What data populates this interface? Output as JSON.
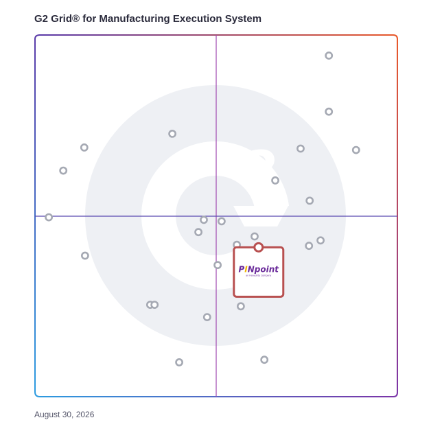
{
  "title": "G2 Grid® for Manufacturing Execution System",
  "date": "August 30, 2026",
  "colors": {
    "frame_top_left": "#5a3aa8",
    "frame_top_right": "#e8582a",
    "frame_bottom_left": "#2c9be0",
    "frame_bottom_right": "#7a35a8",
    "vertical_axis": "#a04ab0",
    "horizontal_axis": "#5a4ab0",
    "watermark": "#eef0f4",
    "dot": "#a5a9b3",
    "highlight": "#b85050",
    "logo_purple": "#6a2a9a",
    "logo_yellow": "#f0b400"
  },
  "chart_data": {
    "type": "scatter",
    "title": "G2 Grid® for Manufacturing Execution System",
    "xlim": [
      0,
      100
    ],
    "ylim": [
      0,
      100
    ],
    "quadrant_split": {
      "x": 50,
      "y": 50
    },
    "points": [
      {
        "x": 81.1,
        "y": 94.3
      },
      {
        "x": 81.1,
        "y": 78.8
      },
      {
        "x": 37.9,
        "y": 72.7
      },
      {
        "x": 13.6,
        "y": 68.9
      },
      {
        "x": 73.3,
        "y": 68.6
      },
      {
        "x": 88.6,
        "y": 68.2
      },
      {
        "x": 7.8,
        "y": 62.5
      },
      {
        "x": 66.3,
        "y": 59.8
      },
      {
        "x": 75.8,
        "y": 54.2
      },
      {
        "x": 3.8,
        "y": 49.6
      },
      {
        "x": 46.6,
        "y": 48.9
      },
      {
        "x": 51.5,
        "y": 48.5
      },
      {
        "x": 45.1,
        "y": 45.5
      },
      {
        "x": 60.6,
        "y": 44.3
      },
      {
        "x": 78.8,
        "y": 43.2
      },
      {
        "x": 55.7,
        "y": 42.0
      },
      {
        "x": 75.6,
        "y": 41.7
      },
      {
        "x": 13.8,
        "y": 39.0
      },
      {
        "x": 50.4,
        "y": 36.4
      },
      {
        "x": 31.8,
        "y": 25.4
      },
      {
        "x": 33.0,
        "y": 25.4
      },
      {
        "x": 56.8,
        "y": 25.0
      },
      {
        "x": 47.5,
        "y": 22.0
      },
      {
        "x": 39.8,
        "y": 9.5
      },
      {
        "x": 63.3,
        "y": 10.2
      }
    ],
    "highlight": {
      "x": 61.7,
      "y": 41.3,
      "label": "PINpoint"
    }
  },
  "highlight_logo": {
    "name_part1": "P",
    "name_part2": "I",
    "name_part3": "Npoint",
    "subtitle": "an Hanadrite Company"
  }
}
